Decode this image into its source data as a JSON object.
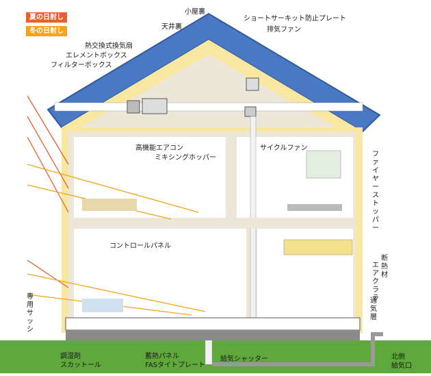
{
  "legend": {
    "summer_sun": {
      "label": "夏の日射し",
      "color": "#e8602c"
    },
    "winter_sun": {
      "label": "冬の日射し",
      "color": "#f4a418"
    }
  },
  "labels": {
    "attic": "小屋裏",
    "ceiling_space": "天井裏",
    "short_circuit_plate": "ショートサーキット防止プレート",
    "exhaust_fan": "排気ファン",
    "heat_exchange_fan": "熱交換式換気扇",
    "element_box": "エレメントボックス",
    "filter_box": "フィルターボックス",
    "hi_aircon": "高機能エアコン",
    "mixing_hopper": "ミキシングホッパー",
    "cycle_fan": "サイクルファン",
    "fire_stopper": "ファイヤーストッパー",
    "control_panel": "コントロールパネル",
    "insulation": "断熱材",
    "air_cradle": "エアクララ",
    "ventilation_layer": "通気層",
    "dedicated_sash": "専用サッシ",
    "humidity_agent": "調湿剤",
    "scuttle": "スカットール",
    "heat_panel": "蓄熱パネル",
    "fas_tight_plate": "FASタイトプレート",
    "supply_shutter": "給気シャッター",
    "north_side": "北側",
    "supply_inlet": "給気口"
  },
  "colors": {
    "roof": "#4a78c2",
    "insulation": "#f7e7a0",
    "air_layer": "#ece7d9",
    "ground": "#5fa83c",
    "duct": "#f2f2f2"
  }
}
